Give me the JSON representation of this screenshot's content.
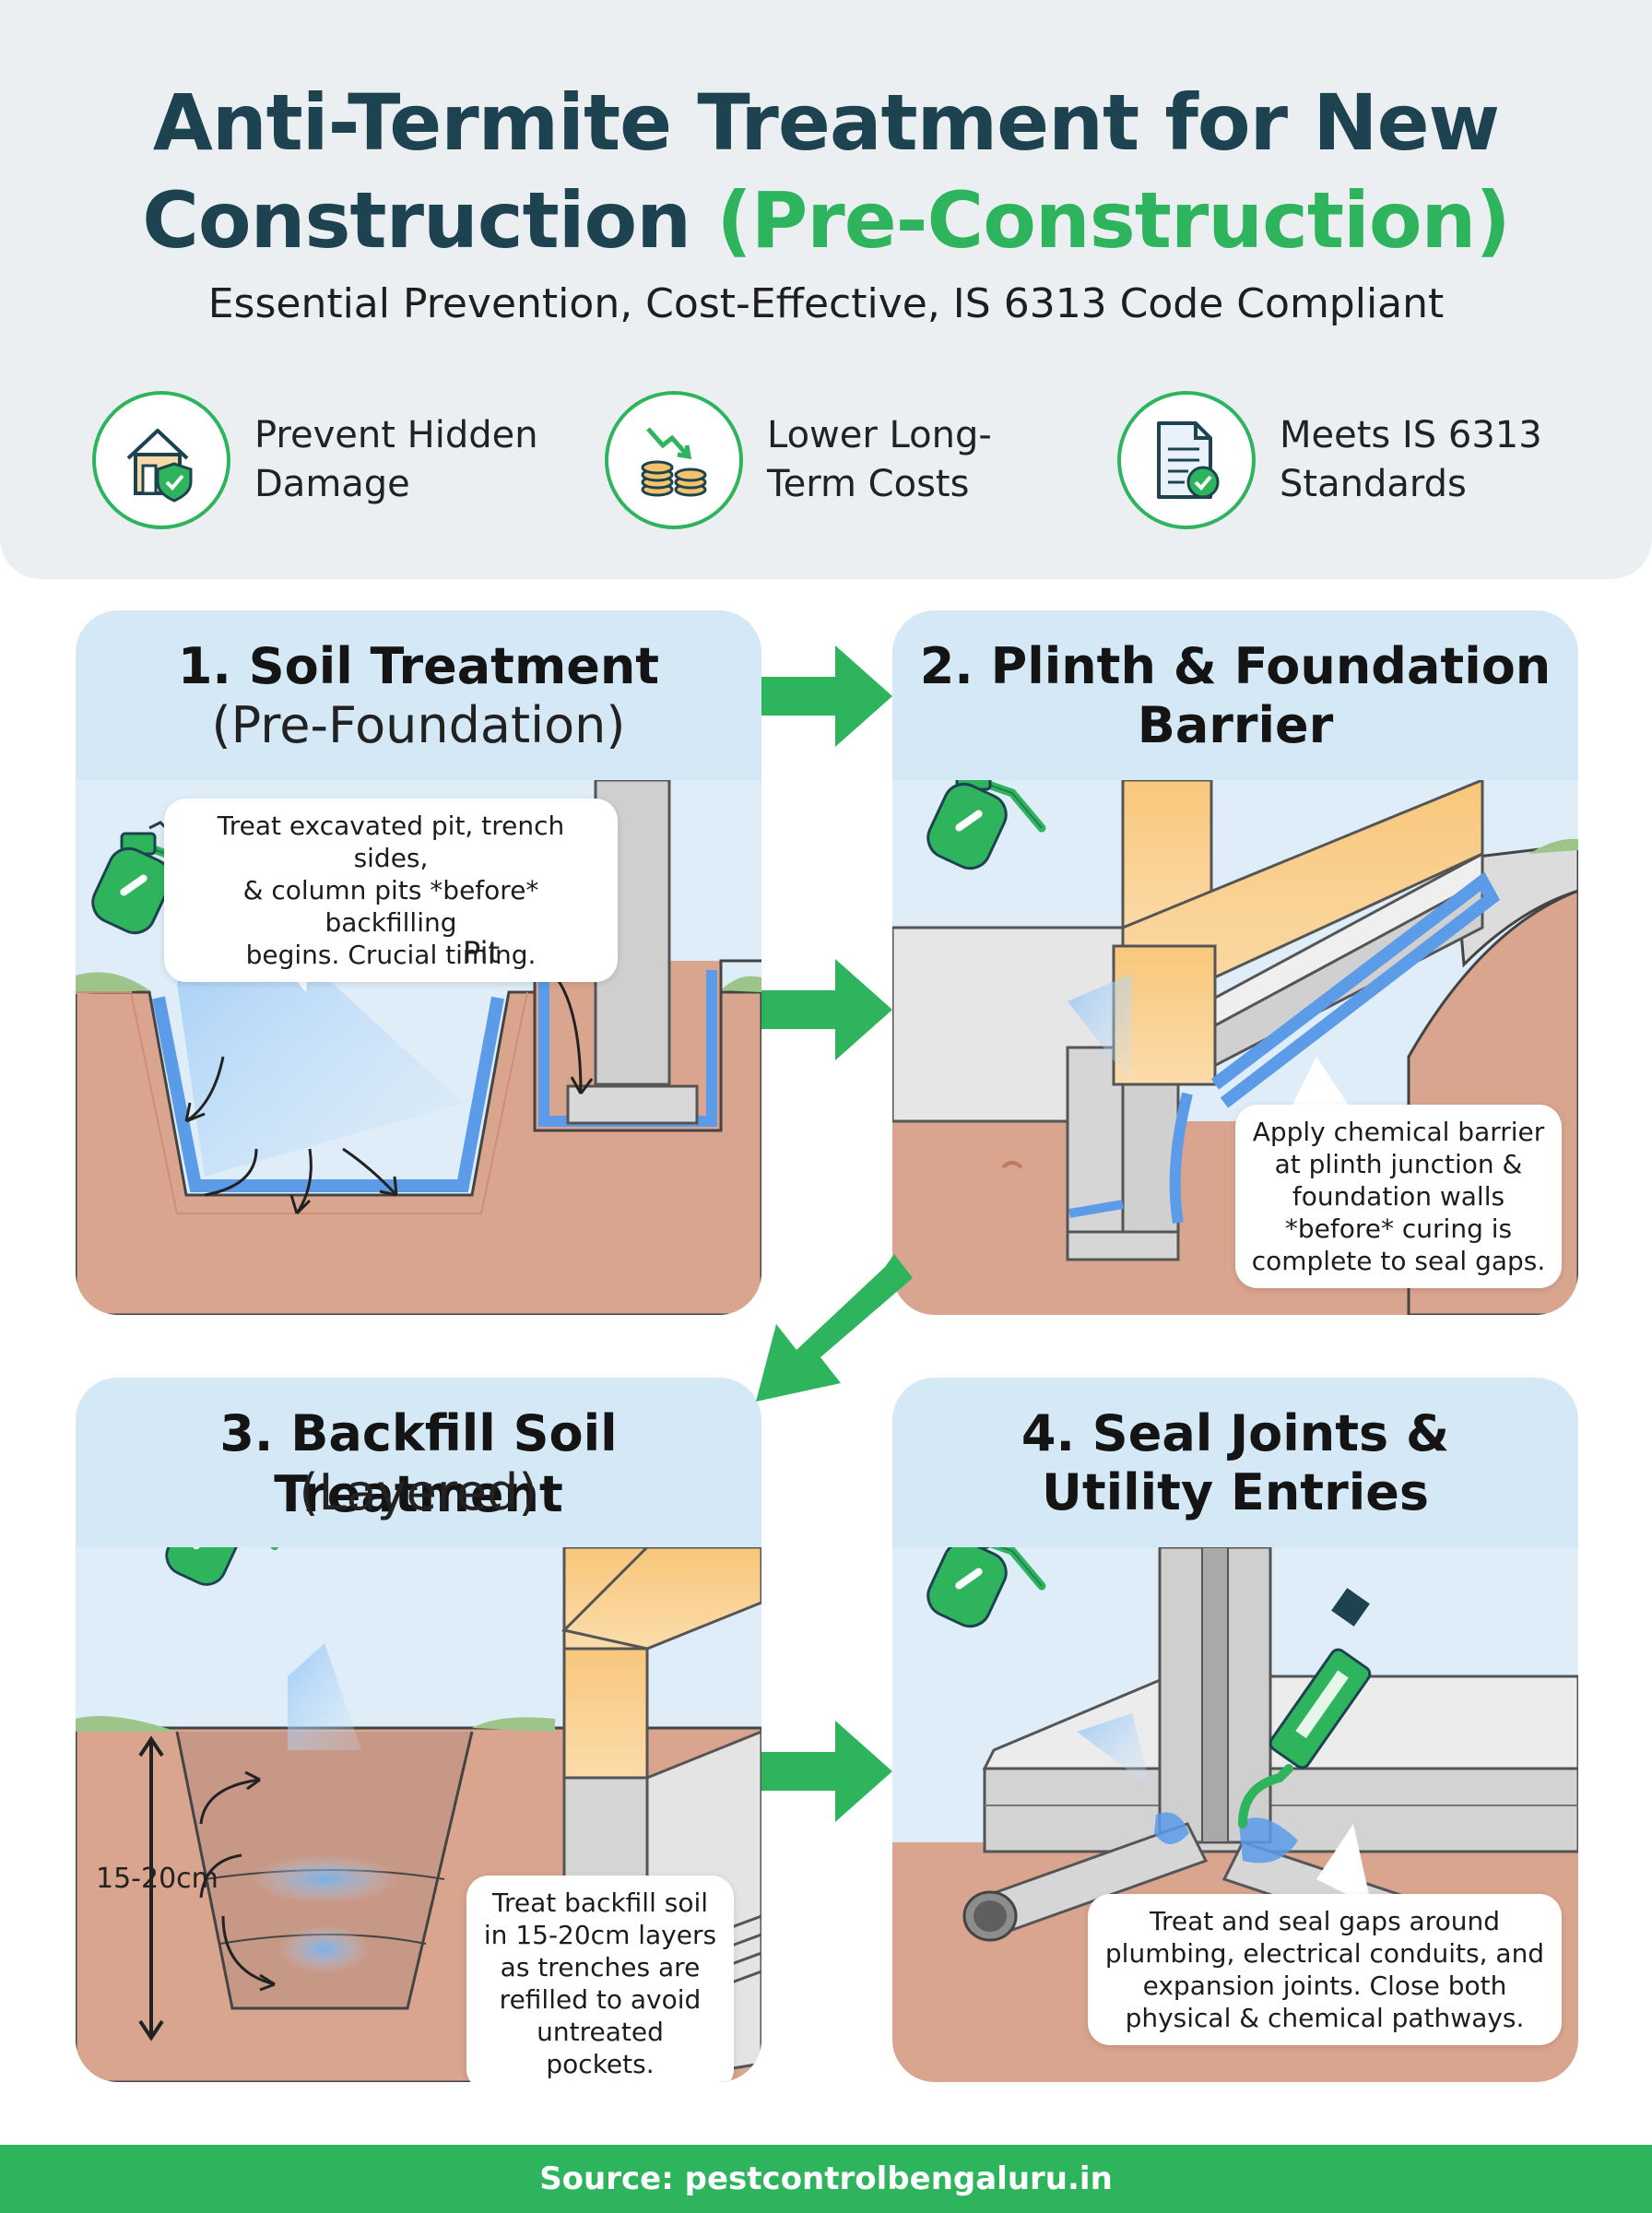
{
  "header": {
    "title_line1": "Anti-Termite Treatment for New",
    "title_line2_main": "Construction",
    "title_line2_accent": "(Pre-Construction)",
    "subtitle": "Essential Prevention, Cost-Effective, IS 6313 Code Compliant"
  },
  "benefits": [
    {
      "icon": "house-shield-icon",
      "line1": "Prevent Hidden",
      "line2": "Damage"
    },
    {
      "icon": "coins-down-icon",
      "line1": "Lower Long-",
      "line2": "Term Costs"
    },
    {
      "icon": "document-check-icon",
      "line1": "Meets IS 6313",
      "line2": "Standards"
    }
  ],
  "steps": [
    {
      "title_line1": "1. Soil Treatment",
      "title_line2": "(Pre-Foundation)",
      "note": [
        "Treat excavated pit, trench sides,",
        "& column pits *before* backfilling",
        "begins. Crucial timing."
      ],
      "label": "Pit"
    },
    {
      "title_line1": "2. Plinth & Foundation",
      "title_line2": "Barrier",
      "note": [
        "Apply chemical barrier",
        "at plinth junction &",
        "foundation walls",
        "*before* curing is",
        "complete to seal gaps."
      ]
    },
    {
      "title_line1": "3. Backfill Soil Treatment",
      "title_line2": "(Layered)",
      "note": [
        "Treat backfill soil",
        "in 15-20cm layers",
        "as trenches are",
        "refilled to avoid",
        "untreated pockets."
      ],
      "label": "15-20cm"
    },
    {
      "title_line1": "4. Seal Joints &",
      "title_line2": "Utility Entries",
      "note": [
        "Treat and seal gaps around",
        "plumbing, electrical conduits, and",
        "expansion joints. Close both",
        "physical & chemical pathways."
      ]
    }
  ],
  "footer": {
    "source": "Source: pestcontrolbengaluru.in"
  },
  "colors": {
    "accent_green": "#2eb45d",
    "title_navy": "#1d4350",
    "soil": "#d9a58e",
    "treatment_blue": "#5b9be8",
    "panel_header": "#d5e8f5"
  }
}
